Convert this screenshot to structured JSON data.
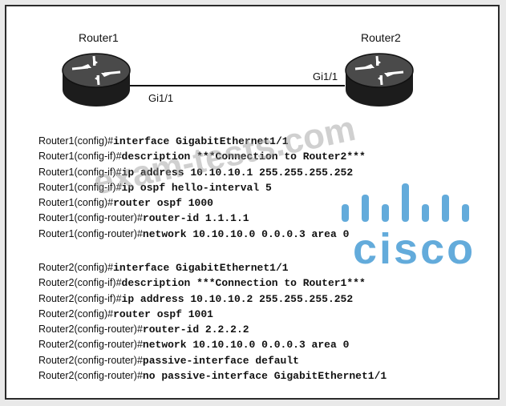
{
  "routers": [
    {
      "name": "Router1",
      "interface": "Gi1/1"
    },
    {
      "name": "Router2",
      "interface": "Gi1/1"
    }
  ],
  "watermark": "exam-tests.com",
  "logo": "cisco",
  "config": {
    "router1": [
      {
        "prompt": "Router1(config)#",
        "cmd": "interface GigabitEthernet1/1"
      },
      {
        "prompt": "Router1(config-if)#",
        "cmd": "description ***Connection to Router2***"
      },
      {
        "prompt": "Router1(config-if)#",
        "cmd": "ip address 10.10.10.1 255.255.255.252"
      },
      {
        "prompt": "Router1(config-if)#",
        "cmd": "ip ospf hello-interval 5"
      },
      {
        "prompt": "Router1(config)#",
        "cmd": "router ospf 1000"
      },
      {
        "prompt": "Router1(config-router)#",
        "cmd": "router-id 1.1.1.1"
      },
      {
        "prompt": "Router1(config-router)#",
        "cmd": "network 10.10.10.0 0.0.0.3 area 0"
      }
    ],
    "router2": [
      {
        "prompt": "Router2(config)#",
        "cmd": "interface GigabitEthernet1/1"
      },
      {
        "prompt": "Router2(config-if)#",
        "cmd": "description ***Connection to Router1***"
      },
      {
        "prompt": "Router2(config-if)#",
        "cmd": "ip address 10.10.10.2 255.255.255.252"
      },
      {
        "prompt": "Router2(config)#",
        "cmd": "router ospf 1001"
      },
      {
        "prompt": "Router2(config-router)#",
        "cmd": "router-id 2.2.2.2"
      },
      {
        "prompt": "Router2(config-router)#",
        "cmd": "network 10.10.10.0 0.0.0.3 area 0"
      },
      {
        "prompt": "Router2(config-router)#",
        "cmd": "passive-interface default"
      },
      {
        "prompt": "Router2(config-router)#",
        "cmd": "no passive-interface GigabitEthernet1/1"
      }
    ]
  }
}
